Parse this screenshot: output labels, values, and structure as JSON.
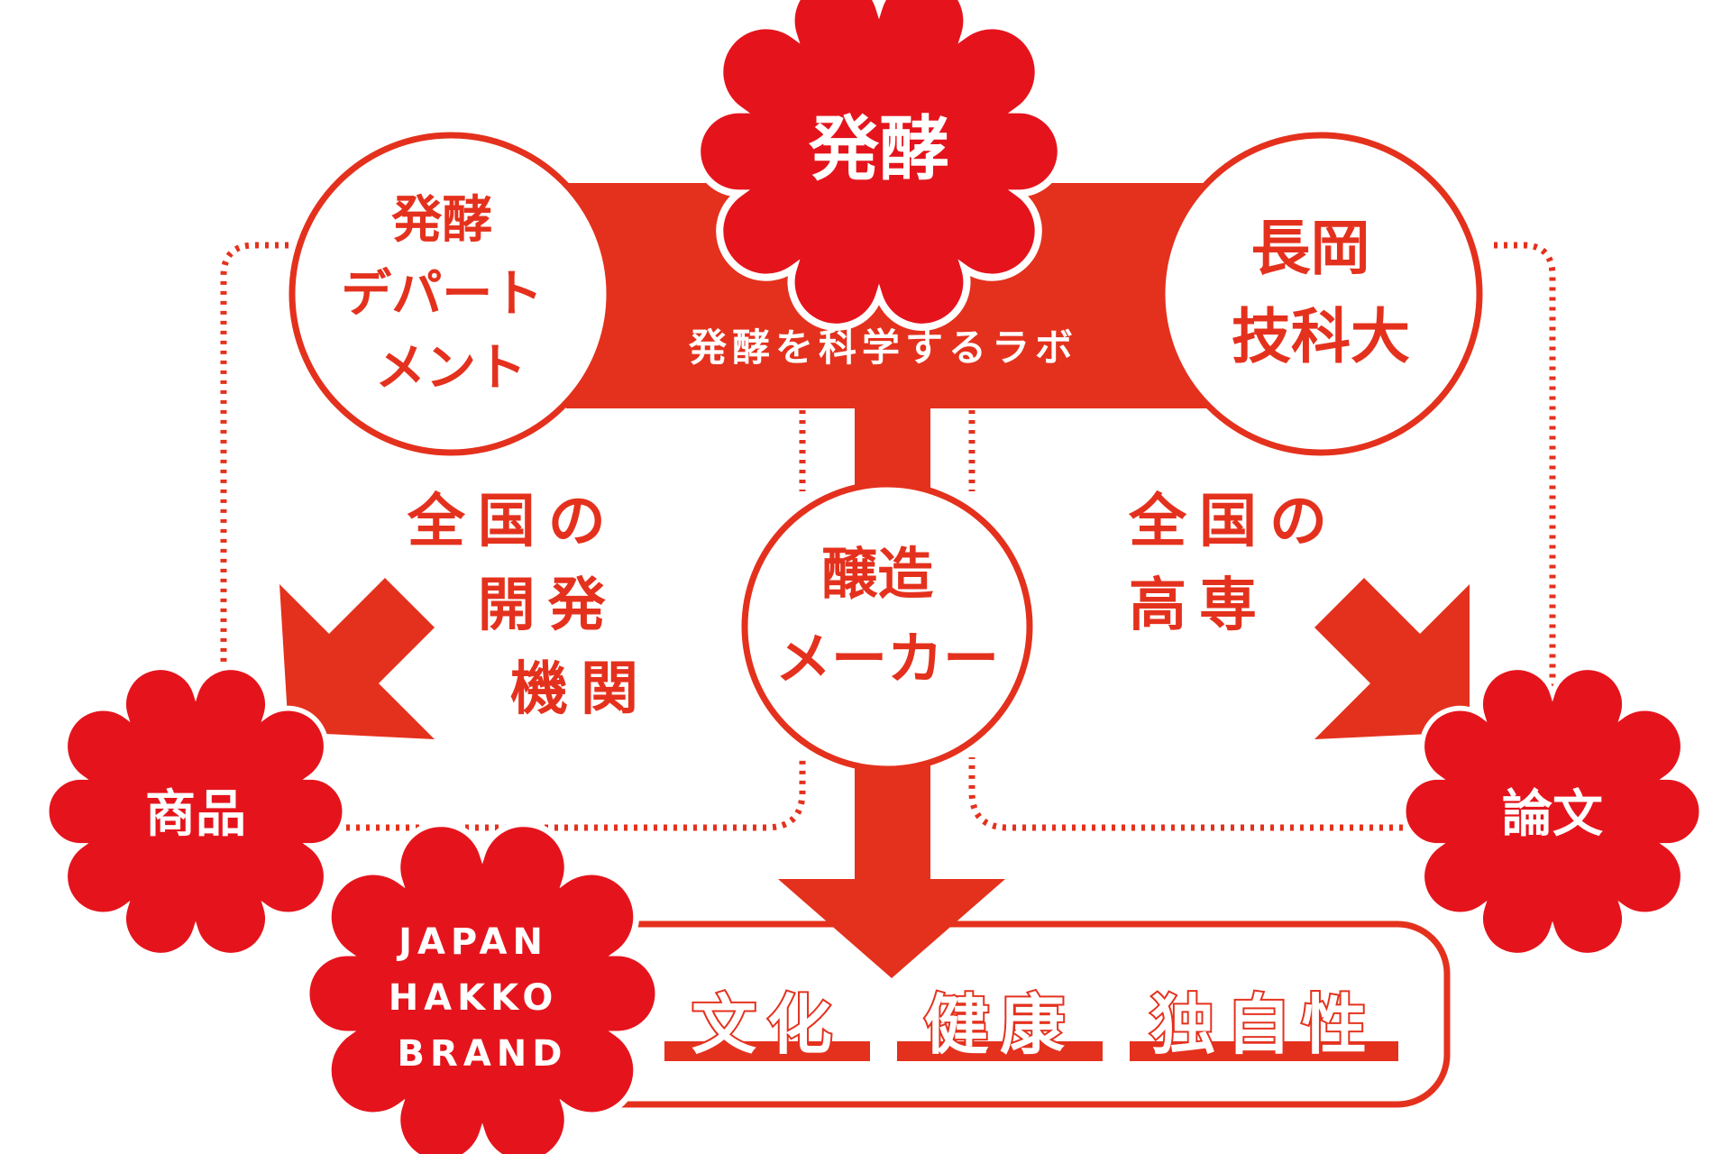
{
  "colors": {
    "primary": "#e4311d",
    "accent": "#e5141c",
    "background": "#ffffff",
    "text_on_primary": "#ffffff"
  },
  "top_node": {
    "label": "発酵"
  },
  "banner": {
    "label": "発酵を科学するラボ"
  },
  "left_node": {
    "lines": [
      "発酵",
      "デパート",
      "メント"
    ]
  },
  "right_node": {
    "lines": [
      "長岡",
      "技科大"
    ]
  },
  "center_node": {
    "lines": [
      "醸造",
      "メーカー"
    ]
  },
  "left_text": {
    "lines": [
      "全国の",
      "開発",
      "機関"
    ]
  },
  "right_text": {
    "lines": [
      "全国の",
      "高専"
    ]
  },
  "left_output": {
    "label": "商品"
  },
  "right_output": {
    "label": "論文"
  },
  "brand": {
    "lines": [
      "JAPAN",
      "HAKKO",
      "BRAND"
    ]
  },
  "values": [
    "文化",
    "健康",
    "独自性"
  ]
}
